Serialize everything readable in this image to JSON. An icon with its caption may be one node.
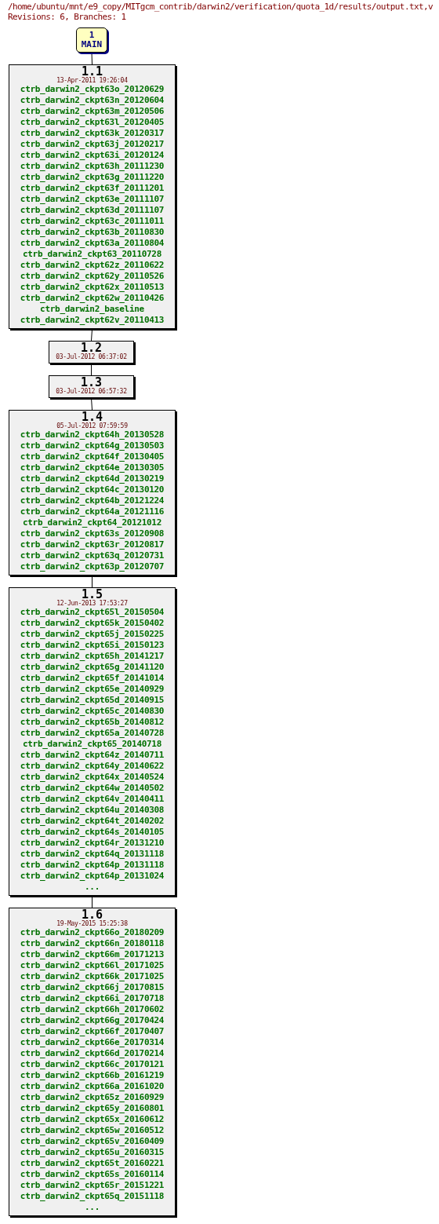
{
  "diagram": {
    "title": "/home/ubuntu/mnt/e9_copy/MITgcm_contrib/darwin2/verification/quota_1d/results/output.txt,v",
    "labels": [
      "Revisions: 6, Branches: 1"
    ],
    "nodes": [
      {
        "text": [
          "1",
          "MAIN"
        ]
      },
      {
        "text": [
          "1.1",
          "13-Apr-2011 19:26:04",
          "ctrb_darwin2_ckpt63o_20120629",
          "ctrb_darwin2_ckpt63n_20120604",
          "ctrb_darwin2_ckpt63m_20120506",
          "ctrb_darwin2_ckpt63l_20120405",
          "ctrb_darwin2_ckpt63k_20120317",
          "ctrb_darwin2_ckpt63j_20120217",
          "ctrb_darwin2_ckpt63i_20120124",
          "ctrb_darwin2_ckpt63h_20111230",
          "ctrb_darwin2_ckpt63g_20111220",
          "ctrb_darwin2_ckpt63f_20111201",
          "ctrb_darwin2_ckpt63e_20111107",
          "ctrb_darwin2_ckpt63d_20111107",
          "ctrb_darwin2_ckpt63c_20111011",
          "ctrb_darwin2_ckpt63b_20110830",
          "ctrb_darwin2_ckpt63a_20110804",
          "ctrb_darwin2_ckpt63_20110728",
          "ctrb_darwin2_ckpt62z_20110622",
          "ctrb_darwin2_ckpt62y_20110526",
          "ctrb_darwin2_ckpt62x_20110513",
          "ctrb_darwin2_ckpt62w_20110426",
          "ctrb_darwin2_baseline",
          "ctrb_darwin2_ckpt62v_20110413"
        ]
      },
      {
        "text": [
          "1.2",
          "03-Jul-2012 06:37:02"
        ]
      },
      {
        "text": [
          "1.3",
          "03-Jul-2012 06:57:32"
        ]
      },
      {
        "text": [
          "1.4",
          "05-Jul-2012 07:59:59",
          "ctrb_darwin2_ckpt64h_20130528",
          "ctrb_darwin2_ckpt64g_20130503",
          "ctrb_darwin2_ckpt64f_20130405",
          "ctrb_darwin2_ckpt64e_20130305",
          "ctrb_darwin2_ckpt64d_20130219",
          "ctrb_darwin2_ckpt64c_20130120",
          "ctrb_darwin2_ckpt64b_20121224",
          "ctrb_darwin2_ckpt64a_20121116",
          "ctrb_darwin2_ckpt64_20121012",
          "ctrb_darwin2_ckpt63s_20120908",
          "ctrb_darwin2_ckpt63r_20120817",
          "ctrb_darwin2_ckpt63q_20120731",
          "ctrb_darwin2_ckpt63p_20120707"
        ]
      },
      {
        "text": [
          "1.5",
          "12-Jun-2013 17:53:27",
          "ctrb_darwin2_ckpt65l_20150504",
          "ctrb_darwin2_ckpt65k_20150402",
          "ctrb_darwin2_ckpt65j_20150225",
          "ctrb_darwin2_ckpt65i_20150123",
          "ctrb_darwin2_ckpt65h_20141217",
          "ctrb_darwin2_ckpt65g_20141120",
          "ctrb_darwin2_ckpt65f_20141014",
          "ctrb_darwin2_ckpt65e_20140929",
          "ctrb_darwin2_ckpt65d_20140915",
          "ctrb_darwin2_ckpt65c_20140830",
          "ctrb_darwin2_ckpt65b_20140812",
          "ctrb_darwin2_ckpt65a_20140728",
          "ctrb_darwin2_ckpt65_20140718",
          "ctrb_darwin2_ckpt64z_20140711",
          "ctrb_darwin2_ckpt64y_20140622",
          "ctrb_darwin2_ckpt64x_20140524",
          "ctrb_darwin2_ckpt64w_20140502",
          "ctrb_darwin2_ckpt64v_20140411",
          "ctrb_darwin2_ckpt64u_20140308",
          "ctrb_darwin2_ckpt64t_20140202",
          "ctrb_darwin2_ckpt64s_20140105",
          "ctrb_darwin2_ckpt64r_20131210",
          "ctrb_darwin2_ckpt64q_20131118",
          "ctrb_darwin2_ckpt64p_20131118",
          "ctrb_darwin2_ckpt64p_20131024",
          "..."
        ]
      },
      {
        "text": [
          "1.6",
          "19-May-2015 15:25:38",
          "ctrb_darwin2_ckpt66o_20180209",
          "ctrb_darwin2_ckpt66n_20180118",
          "ctrb_darwin2_ckpt66m_20171213",
          "ctrb_darwin2_ckpt66l_20171025",
          "ctrb_darwin2_ckpt66k_20171025",
          "ctrb_darwin2_ckpt66j_20170815",
          "ctrb_darwin2_ckpt66i_20170718",
          "ctrb_darwin2_ckpt66h_20170602",
          "ctrb_darwin2_ckpt66g_20170424",
          "ctrb_darwin2_ckpt66f_20170407",
          "ctrb_darwin2_ckpt66e_20170314",
          "ctrb_darwin2_ckpt66d_20170214",
          "ctrb_darwin2_ckpt66c_20170121",
          "ctrb_darwin2_ckpt66b_20161219",
          "ctrb_darwin2_ckpt66a_20161020",
          "ctrb_darwin2_ckpt65z_20160929",
          "ctrb_darwin2_ckpt65y_20160801",
          "ctrb_darwin2_ckpt65x_20160612",
          "ctrb_darwin2_ckpt65w_20160512",
          "ctrb_darwin2_ckpt65v_20160409",
          "ctrb_darwin2_ckpt65u_20160315",
          "ctrb_darwin2_ckpt65t_20160221",
          "ctrb_darwin2_ckpt65s_20160114",
          "ctrb_darwin2_ckpt65r_20151221",
          "ctrb_darwin2_ckpt65q_20151118",
          "..."
        ]
      }
    ],
    "edges": [
      {
        "from": 0,
        "to": 1,
        "arrow": "none"
      },
      {
        "from": 1,
        "to": 2,
        "arrow": "none"
      },
      {
        "from": 2,
        "to": 3,
        "arrow": "none"
      },
      {
        "from": 3,
        "to": 4,
        "arrow": "none"
      },
      {
        "from": 4,
        "to": 5,
        "arrow": "none"
      },
      {
        "from": 5,
        "to": 6,
        "arrow": "none"
      }
    ]
  }
}
